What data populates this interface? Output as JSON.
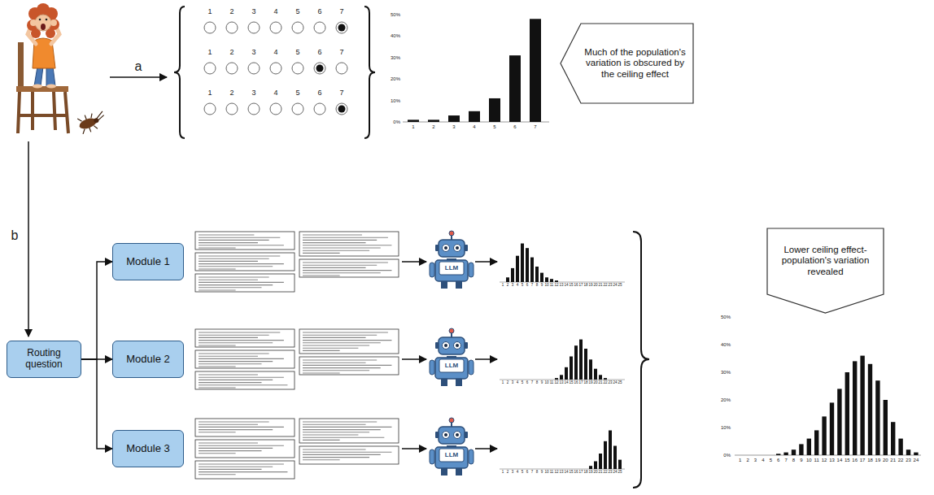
{
  "diagram": {
    "nodes": [
      {
        "text": [
          "Routing question"
        ]
      },
      {
        "text": [
          "Module 1"
        ]
      },
      {
        "text": [
          "Module 2"
        ]
      },
      {
        "text": [
          "Module 3"
        ]
      },
      {
        "text": [
          "Much of the population's variation is obscured by the ceiling effect"
        ]
      },
      {
        "text": [
          "Lower ceiling effect- population's variation revealed"
        ]
      }
    ],
    "edges": [
      {
        "from": 0,
        "to": 1,
        "arrow": "to"
      },
      {
        "from": 0,
        "to": 2,
        "arrow": "to"
      },
      {
        "from": 0,
        "to": 3,
        "arrow": "to"
      }
    ],
    "labels": [
      "a",
      "b",
      "1",
      "2",
      "3",
      "4",
      "5",
      "6",
      "7",
      "1",
      "2",
      "3",
      "4",
      "5",
      "6",
      "7",
      "1",
      "2",
      "3",
      "4",
      "5",
      "6",
      "7",
      "50%",
      "40%",
      "30%",
      "20%",
      "10%",
      "0%",
      "1",
      "2",
      "3",
      "4",
      "5",
      "6",
      "7",
      "LLM",
      "LLM",
      "LLM",
      "1",
      "2",
      "3",
      "4",
      "5",
      "6",
      "7",
      "8",
      "9",
      "10",
      "11",
      "12",
      "13",
      "14",
      "15",
      "16",
      "17",
      "18",
      "19",
      "20",
      "21",
      "22",
      "23",
      "24",
      "25",
      "1",
      "2",
      "3",
      "4",
      "5",
      "6",
      "7",
      "8",
      "9",
      "10",
      "11",
      "12",
      "13",
      "14",
      "15",
      "16",
      "17",
      "18",
      "19",
      "20",
      "21",
      "22",
      "23",
      "24",
      "25",
      "1",
      "2",
      "3",
      "4",
      "5",
      "6",
      "7",
      "8",
      "9",
      "10",
      "11",
      "12",
      "13",
      "14",
      "15",
      "16",
      "17",
      "18",
      "19",
      "20",
      "21",
      "22",
      "23",
      "24",
      "25",
      "1",
      "2",
      "3",
      "4",
      "5",
      "6",
      "7",
      "8",
      "9",
      "10",
      "11",
      "12",
      "13",
      "14",
      "15",
      "16",
      "17",
      "18",
      "19",
      "20",
      "21",
      "22",
      "23",
      "24",
      "50%",
      "40%",
      "30%",
      "20%",
      "10%",
      "0%"
    ]
  }
}
